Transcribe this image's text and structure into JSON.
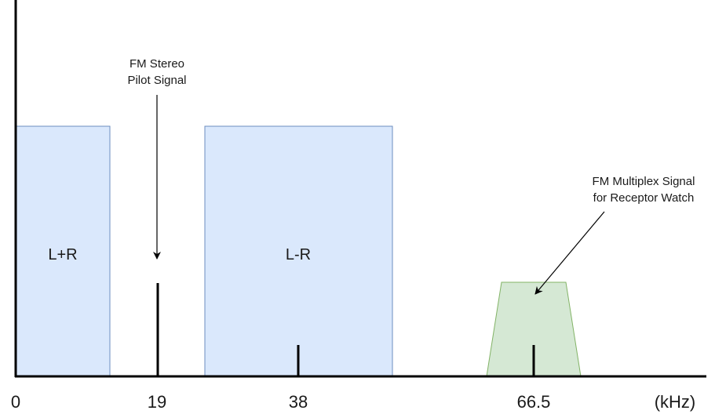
{
  "diagram": {
    "axis": {
      "ticks": [
        "0",
        "19",
        "38",
        "66.5"
      ],
      "unit": "(kHz)"
    },
    "bands": {
      "sum": "L+R",
      "difference": "L-R"
    },
    "annotations": {
      "pilot": {
        "line1": "FM Stereo",
        "line2": "Pilot Signal"
      },
      "multiplex": {
        "line1": "FM Multiplex Signal",
        "line2": "for Receptor Watch"
      }
    },
    "colors": {
      "band_fill": "#dae8fc",
      "band_stroke": "#6c8ebf",
      "multiplex_fill": "#d5e8d4",
      "multiplex_stroke": "#82b366",
      "axis": "#000000"
    }
  }
}
